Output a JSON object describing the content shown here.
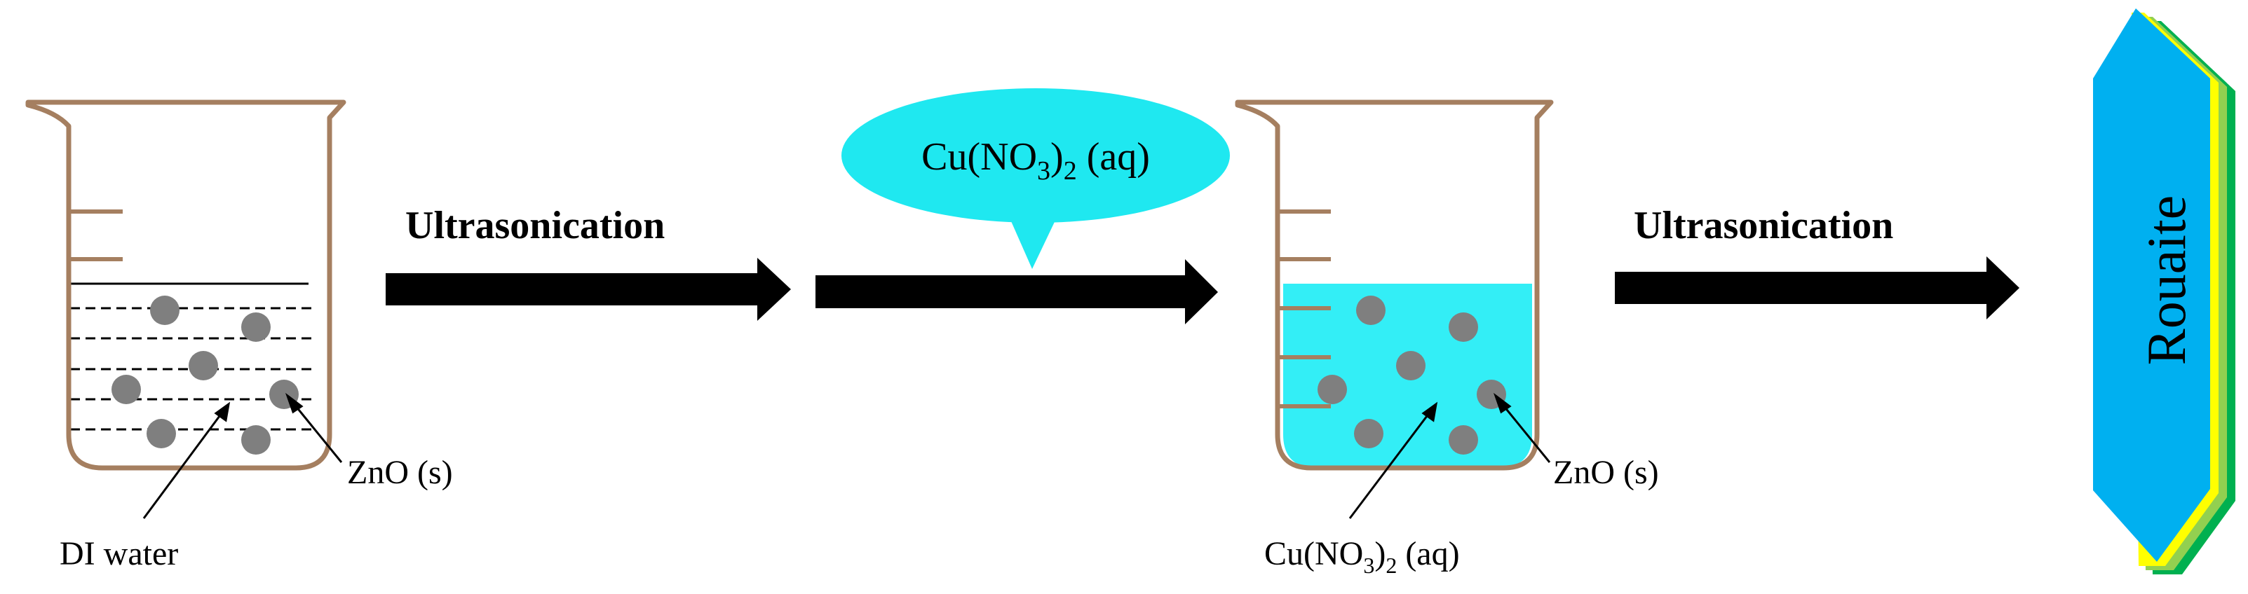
{
  "steps": {
    "arrow1_label": "Ultrasonication",
    "arrow3_label": "Ultrasonication"
  },
  "reagent_bubble": {
    "text": "Cu(NO",
    "subscript_3": "3",
    "close": ")",
    "subscript_2": "2",
    "suffix": " (aq)",
    "color": "#1fe8f0"
  },
  "beaker1": {
    "solid_label": "ZnO (s)",
    "liquid_label": "DI water"
  },
  "beaker2": {
    "solid_label": "ZnO (s)",
    "liquid_text": "Cu(NO",
    "liquid_subscript_3": "3",
    "liquid_close": ")",
    "liquid_subscript_2": "2",
    "liquid_suffix": " (aq)",
    "liquid_color": "#33eef6"
  },
  "product": {
    "label": "Rouaite",
    "face_color": "#00b0f0",
    "edge_colors": [
      "#ffff00",
      "#92d050",
      "#00b050"
    ]
  },
  "colors": {
    "beaker_outline": "#a57f60",
    "particle": "#7f7f7f",
    "arrow": "#000000"
  }
}
